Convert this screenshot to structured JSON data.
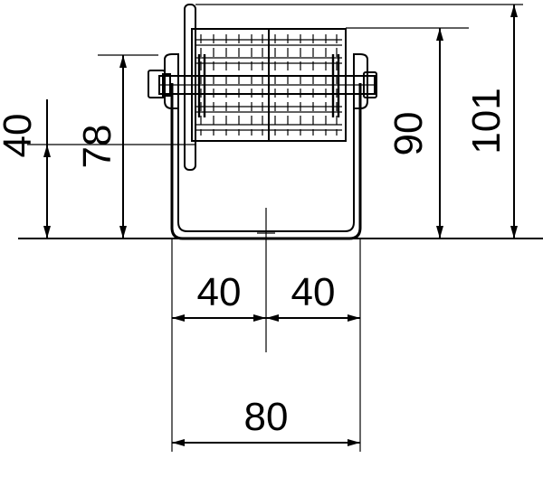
{
  "drawing": {
    "dimensions": {
      "height_40": "40",
      "height_78": "78",
      "height_90": "90",
      "height_101": "101",
      "width_left_40": "40",
      "width_right_40": "40",
      "width_80": "80"
    }
  }
}
